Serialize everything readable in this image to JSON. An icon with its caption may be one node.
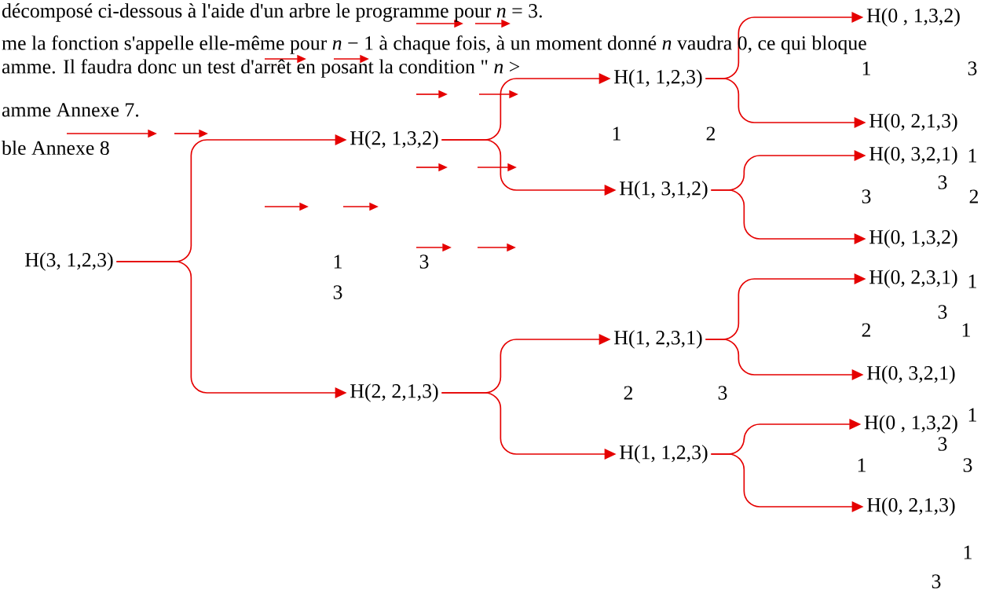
{
  "diagram": {
    "nodes": [
      {
        "text": [
          "H(3, 1,2,3)"
        ]
      },
      {
        "text": [
          "H(2, 1,3,2)"
        ]
      },
      {
        "text": [
          "H(2, 2,1,3)"
        ]
      },
      {
        "text": [
          "H(1, 1,2,3)"
        ]
      },
      {
        "text": [
          "H(1, 3,1,2)"
        ]
      },
      {
        "text": [
          "H(1, 2,3,1)"
        ]
      },
      {
        "text": [
          "H(1, 1,2,3)"
        ]
      },
      {
        "text": [
          "H(0 , 1,3,2)"
        ]
      },
      {
        "text": [
          "H(0, 2,1,3)"
        ]
      },
      {
        "text": [
          "H(0, 3,2,1)"
        ]
      },
      {
        "text": [
          "H(0, 1,3,2)"
        ]
      },
      {
        "text": [
          "H(0, 2,3,1)"
        ]
      },
      {
        "text": [
          "H(0, 3,2,1)"
        ]
      },
      {
        "text": [
          "H(0 , 1,3,2)"
        ]
      },
      {
        "text": [
          "H(0, 2,1,3)"
        ]
      }
    ],
    "edges": [
      {
        "from": 0,
        "to": 1,
        "arrow": "to"
      },
      {
        "from": 0,
        "to": 2,
        "arrow": "to"
      },
      {
        "from": 1,
        "to": 3,
        "arrow": "to"
      },
      {
        "from": 1,
        "to": 4,
        "arrow": "to"
      },
      {
        "from": 2,
        "to": 5,
        "arrow": "to"
      },
      {
        "from": 2,
        "to": 6,
        "arrow": "to"
      },
      {
        "from": 3,
        "to": 7,
        "arrow": "to"
      },
      {
        "from": 3,
        "to": 8,
        "arrow": "to"
      },
      {
        "from": 4,
        "to": 9,
        "arrow": "to"
      },
      {
        "from": 4,
        "to": 10,
        "arrow": "to"
      },
      {
        "from": 5,
        "to": 11,
        "arrow": "to"
      },
      {
        "from": 5,
        "to": 12,
        "arrow": "to"
      },
      {
        "from": 6,
        "to": 13,
        "arrow": "to"
      },
      {
        "from": 6,
        "to": 14,
        "arrow": "to"
      }
    ],
    "labels": [
      "décomposé ci-dessous à l'aide d'un arbre le programme pour *n* = 3.",
      "me la fonction s'appelle elle-même pour *n* − 1 à chaque fois, à un moment donné *n* vaudra 0, ce qui bloque",
      "amme. Il faudra donc un test d'arrêt en posant la condition \" *n* >",
      "amme Annexe 7.",
      "ble Annexe 8",
      "1",
      "3",
      "1",
      "2",
      "1",
      "3",
      "3",
      "2",
      "1",
      "3",
      "3",
      "1",
      "3",
      "2",
      "1",
      "2",
      "3",
      "1",
      "3",
      "1",
      "3",
      "1",
      "3"
    ]
  }
}
